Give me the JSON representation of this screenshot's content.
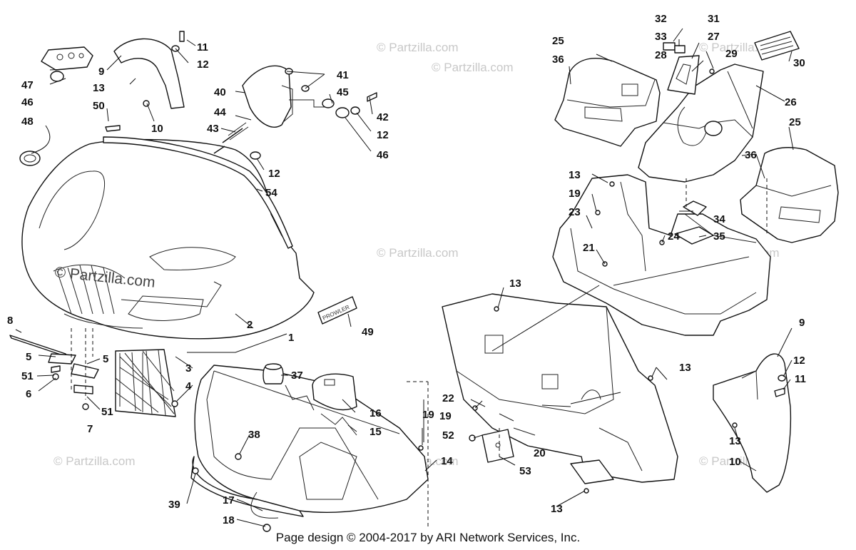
{
  "watermarks": [
    "© Partzilla.com",
    "© Partzilla.com",
    "© Partzilla.com",
    "© Partzilla.com",
    "© Partzilla.com",
    "© Partzilla.com",
    "© Partzilla.com",
    "© Partzilla.com"
  ],
  "watermark_main": "© Partzilla.com",
  "callouts": [
    "11",
    "12",
    "9",
    "13",
    "47",
    "46",
    "50",
    "10",
    "48",
    "40",
    "41",
    "45",
    "44",
    "43",
    "42",
    "12",
    "46",
    "12",
    "54",
    "2",
    "1",
    "49",
    "8",
    "5",
    "5",
    "51",
    "6",
    "3",
    "4",
    "51",
    "7",
    "37",
    "16",
    "15",
    "38",
    "19",
    "14",
    "39",
    "17",
    "18",
    "32",
    "31",
    "33",
    "27",
    "28",
    "29",
    "25",
    "36",
    "30",
    "26",
    "25",
    "36",
    "13",
    "19",
    "23",
    "34",
    "24",
    "35",
    "21",
    "13",
    "13",
    "22",
    "19",
    "52",
    "53",
    "20",
    "13",
    "9",
    "12",
    "11",
    "13",
    "10"
  ],
  "decal_text": "PROWLER",
  "footer": "Page design © 2004-2017 by ARI Network Services, Inc."
}
